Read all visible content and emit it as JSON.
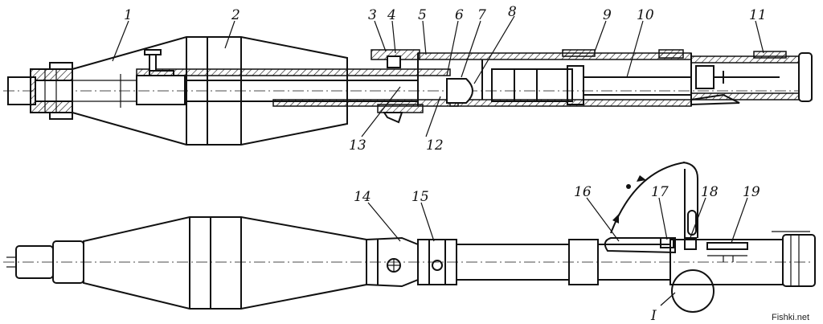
{
  "diagram": {
    "top_labels": [
      "1",
      "2",
      "3",
      "4",
      "5",
      "6",
      "7",
      "8",
      "9",
      "10",
      "11",
      "12",
      "13"
    ],
    "bottom_labels": [
      "14",
      "15",
      "16",
      "17",
      "18",
      "19",
      "I"
    ]
  },
  "watermark": "Fishki.net"
}
